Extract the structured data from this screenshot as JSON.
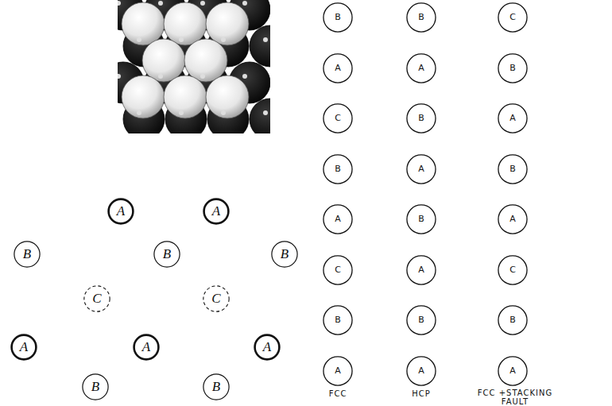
{
  "diagram": {
    "nodes": [
      {
        "text": [
          "A"
        ]
      },
      {
        "text": [
          "A"
        ]
      },
      {
        "text": [
          "B"
        ]
      },
      {
        "text": [
          "B"
        ]
      },
      {
        "text": [
          "B"
        ]
      },
      {
        "text": [
          "C"
        ]
      },
      {
        "text": [
          "C"
        ]
      },
      {
        "text": [
          "A"
        ]
      },
      {
        "text": [
          "A"
        ]
      },
      {
        "text": [
          "A"
        ]
      },
      {
        "text": [
          "B"
        ]
      },
      {
        "text": [
          "B"
        ]
      },
      {
        "text": [
          "B"
        ]
      },
      {
        "text": [
          "A"
        ]
      },
      {
        "text": [
          "C"
        ]
      },
      {
        "text": [
          "B"
        ]
      },
      {
        "text": [
          "A"
        ]
      },
      {
        "text": [
          "C"
        ]
      },
      {
        "text": [
          "B"
        ]
      },
      {
        "text": [
          "A"
        ]
      },
      {
        "text": [
          "B"
        ]
      },
      {
        "text": [
          "A"
        ]
      },
      {
        "text": [
          "B"
        ]
      },
      {
        "text": [
          "A"
        ]
      },
      {
        "text": [
          "B"
        ]
      },
      {
        "text": [
          "A"
        ]
      },
      {
        "text": [
          "B"
        ]
      },
      {
        "text": [
          "A"
        ]
      },
      {
        "text": [
          "C"
        ]
      },
      {
        "text": [
          "B"
        ]
      },
      {
        "text": [
          "A"
        ]
      },
      {
        "text": [
          "B"
        ]
      },
      {
        "text": [
          "A"
        ]
      },
      {
        "text": [
          "C"
        ]
      },
      {
        "text": [
          "B"
        ]
      },
      {
        "text": [
          "A"
        ]
      }
    ],
    "labels": [
      "FCC",
      "HCP",
      "FCC +STACKING FAULT"
    ]
  }
}
